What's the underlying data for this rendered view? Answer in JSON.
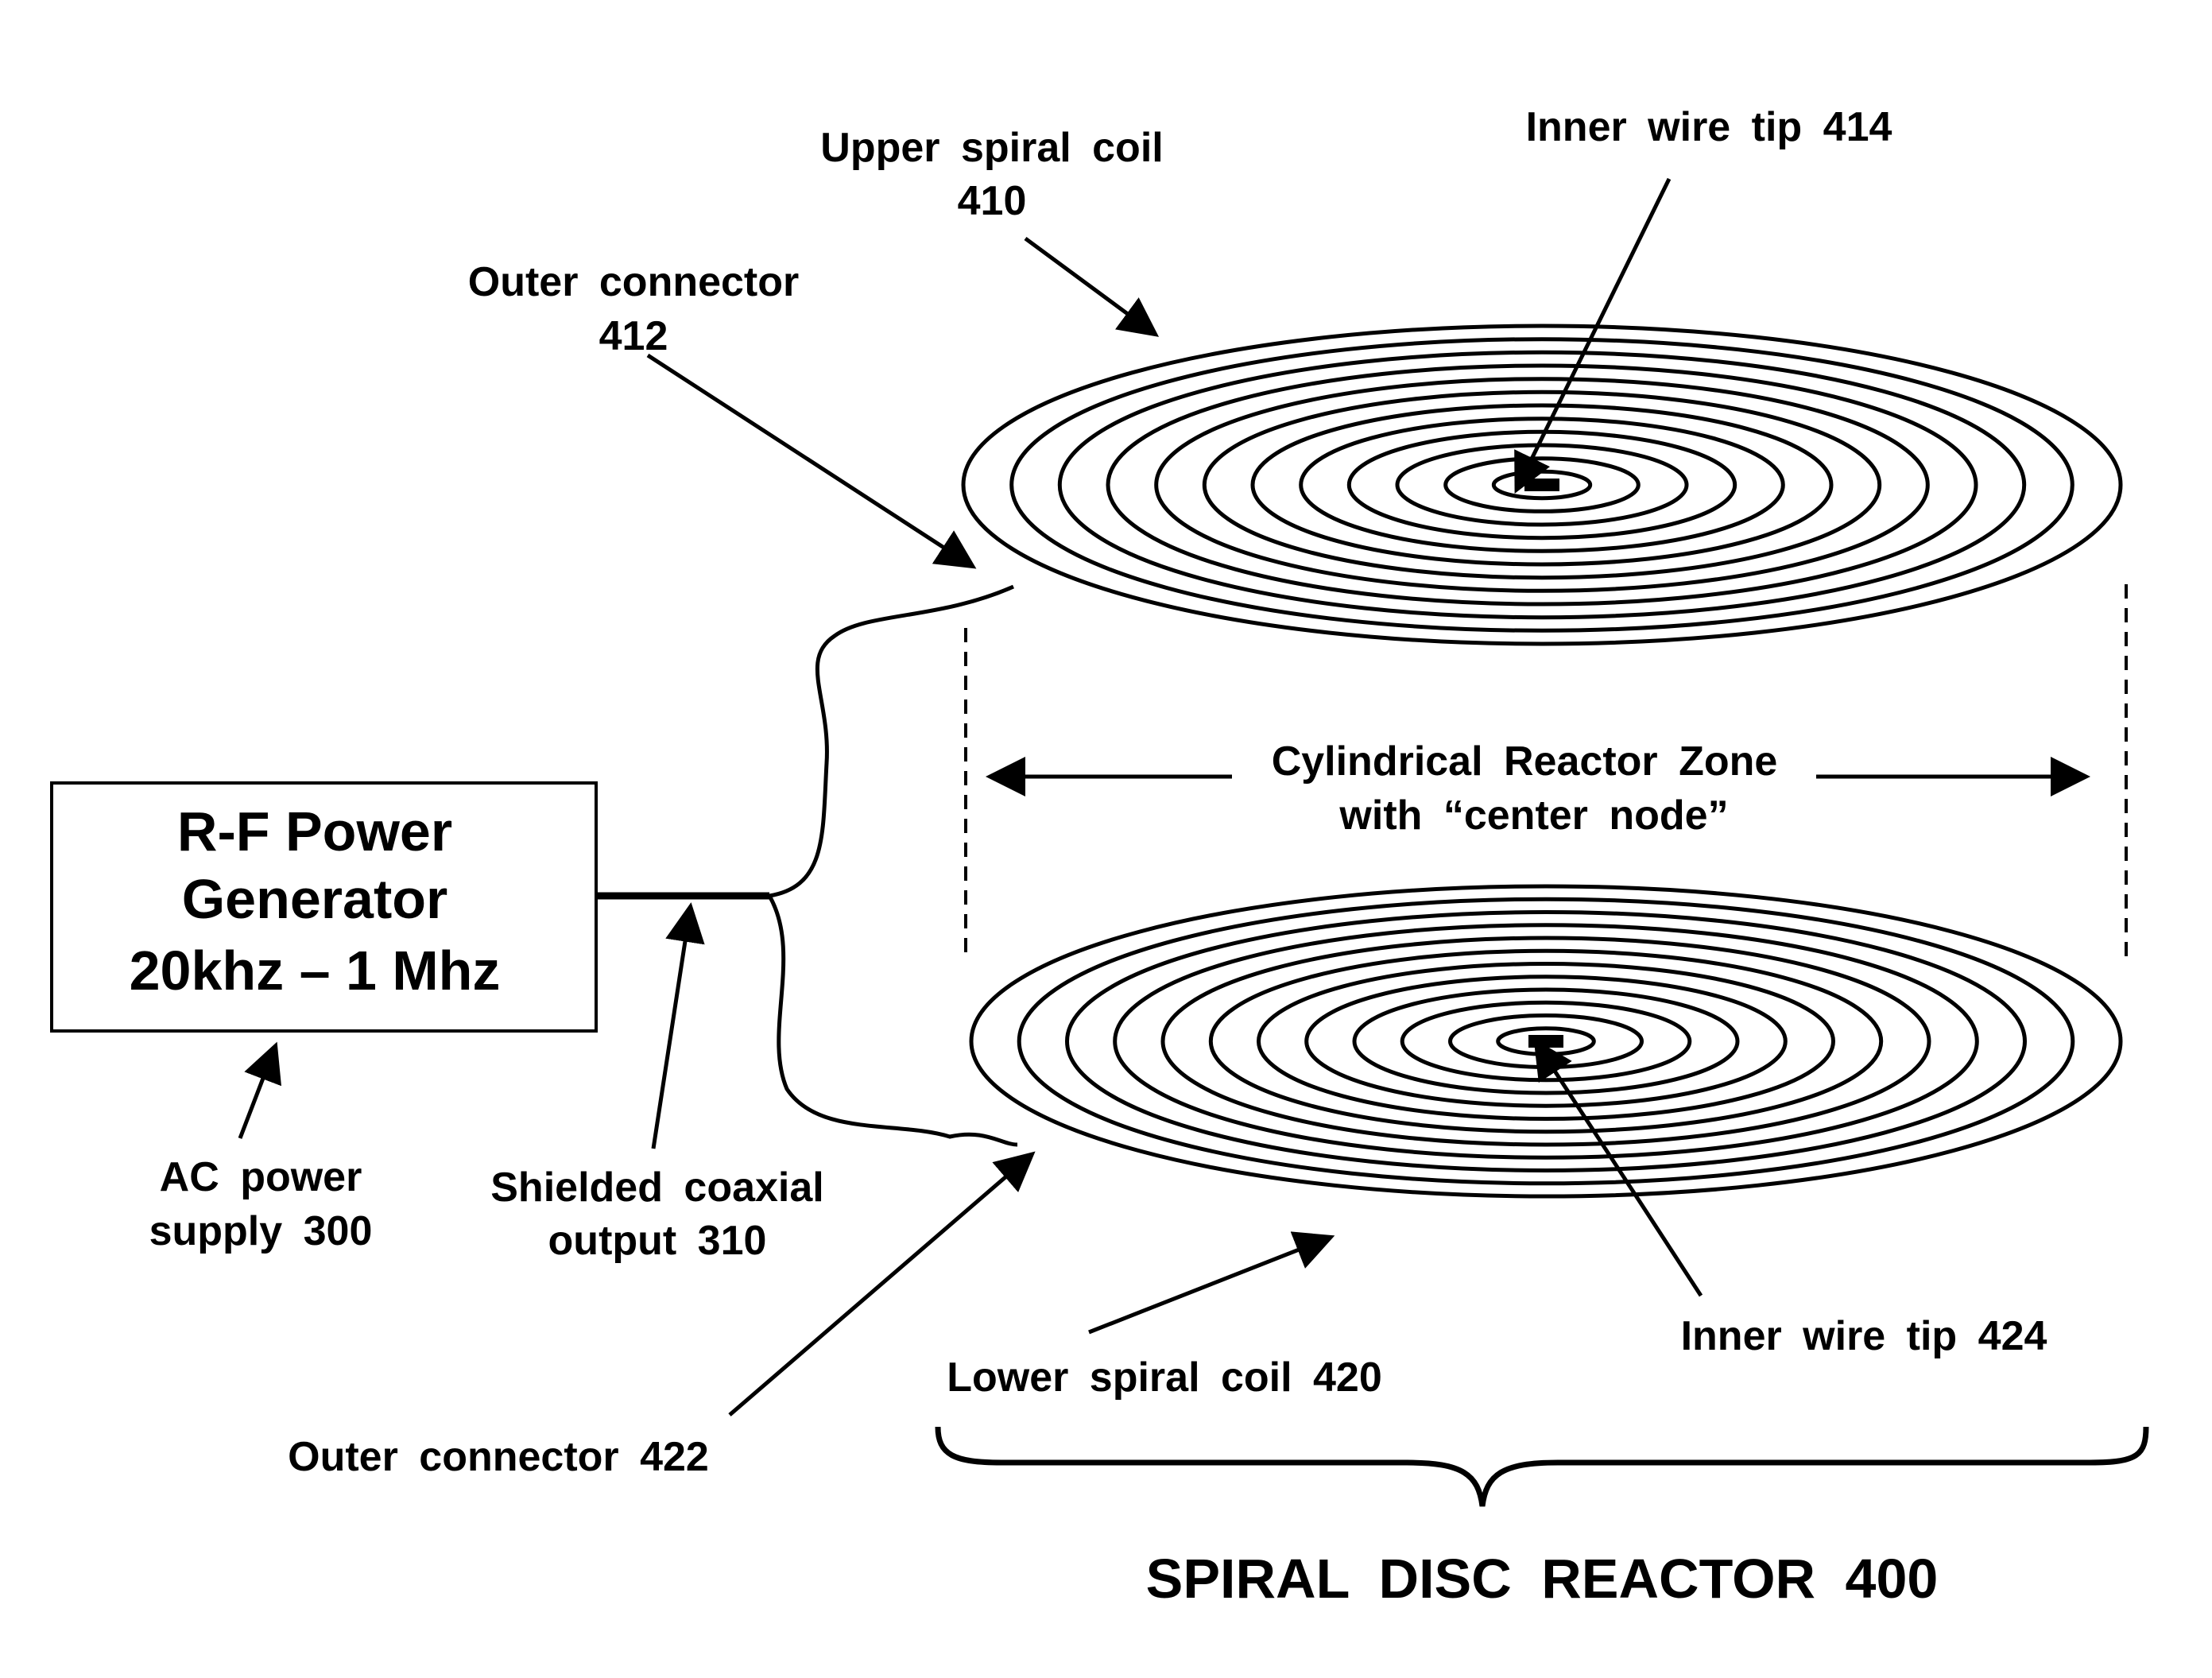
{
  "generator": {
    "line1": "R-F Power",
    "line2": "Generator",
    "line3": "20khz – 1 Mhz"
  },
  "labels": {
    "upper_coil_line1": "Upper spiral coil",
    "upper_coil_line2": "410",
    "outer_connector_412_line1": "Outer connector",
    "outer_connector_412_line2": "412",
    "inner_tip_414": "Inner wire tip 414",
    "reactor_zone_line1": "Cylindrical Reactor Zone",
    "reactor_zone_line2": "with “center node”",
    "ac_power_line1": "AC power",
    "ac_power_line2": "supply 300",
    "coax_line1": "Shielded coaxial",
    "coax_line2": "output 310",
    "inner_tip_424": "Inner wire tip 424",
    "lower_coil": "Lower spiral coil 420",
    "outer_connector_422": "Outer connector 422",
    "title": "SPIRAL DISC REACTOR 400"
  }
}
